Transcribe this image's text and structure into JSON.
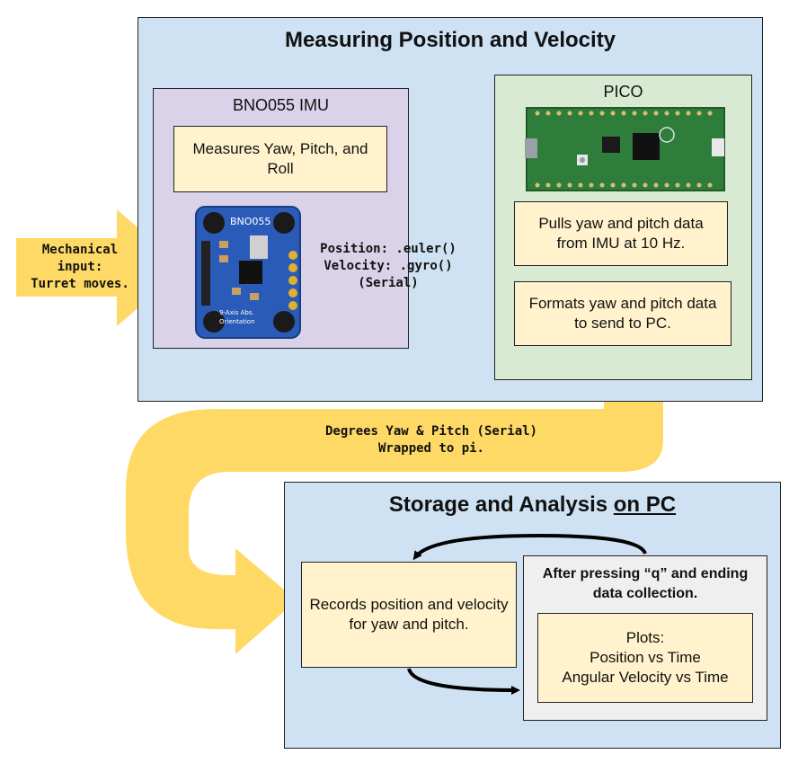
{
  "colors": {
    "arrow_yellow": "#ffd966",
    "panel_blue": "#cfe2f3",
    "panel_purple": "#d9d2e9",
    "panel_green": "#d9ead3",
    "panel_grey": "#efefef",
    "note_yellow": "#fff2cc",
    "flow_arrow": "#000000"
  },
  "top_panel": {
    "title": "Measuring Position and Velocity",
    "imu": {
      "label": "BNO055 IMU",
      "note": "Measures Yaw, Pitch, and Roll",
      "board_silkscreen": "BNO055",
      "board_caption": "9-Axis Abs. Orientation"
    },
    "pico": {
      "label": "PICO",
      "note_pull": "Pulls yaw and pitch data from IMU at 10 Hz.",
      "note_format": "Formats yaw and pitch data to send to PC."
    }
  },
  "arrows": {
    "input": "Mechanical\ninput:\nTurret moves.",
    "imu_to_pico": "Position: .euler()\nVelocity: .gyro()\n(Serial)",
    "pico_to_pc_line1": "Degrees Yaw & Pitch (Serial)",
    "pico_to_pc_line2": "Wrapped to pi."
  },
  "bottom_panel": {
    "title_main": "Storage and Analysis ",
    "title_underlined": "on PC",
    "records_note": "Records position and velocity for yaw and pitch.",
    "after_box": {
      "heading": "After pressing “q” and ending data collection.",
      "plots_title": "Plots:",
      "plots_line1": "Position vs Time",
      "plots_line2": "Angular Velocity vs Time"
    }
  }
}
